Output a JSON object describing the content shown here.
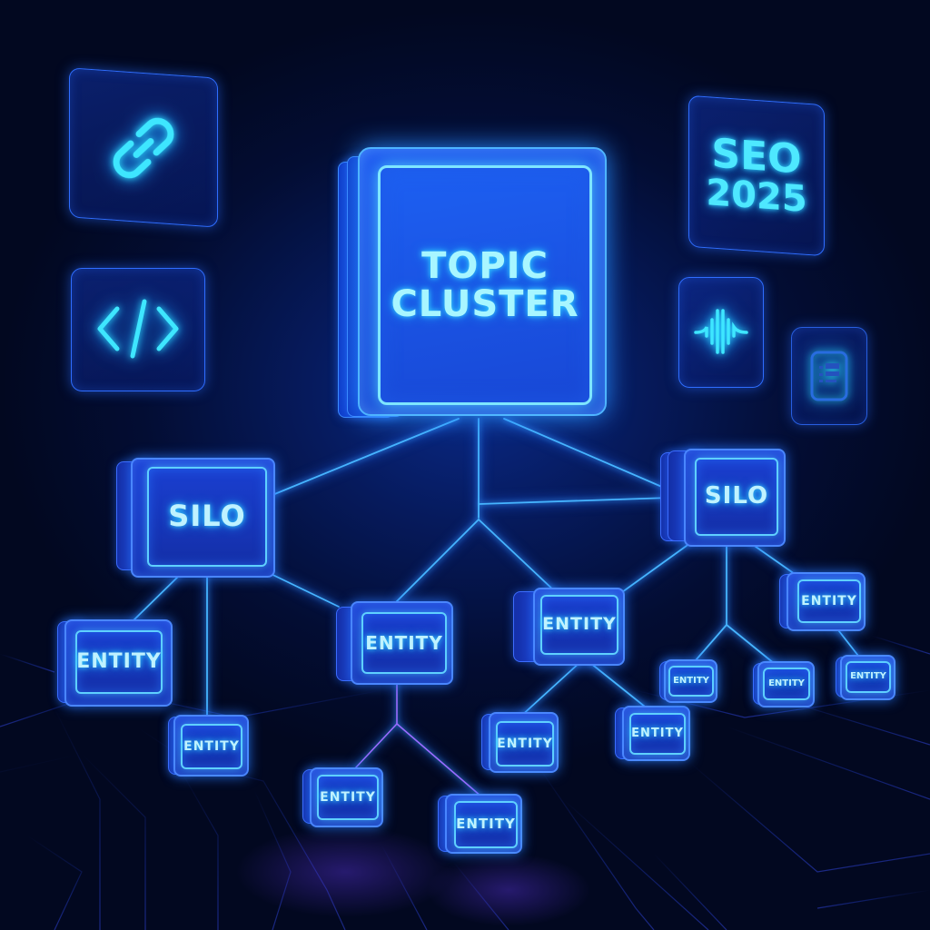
{
  "diagram": {
    "type": "hierarchy",
    "theme": {
      "background": "#030d33",
      "node_fill": "#1a3ccc",
      "node_border": "#4a86ff",
      "label_glow": "#38d8ff",
      "connector": "#3aa0ff",
      "connector_accent": "#a855ff"
    },
    "root": {
      "id": "topic",
      "label_line1": "TOPIC",
      "label_line2": "CLUSTER"
    },
    "silos": [
      {
        "id": "silo-left",
        "label": "SILO"
      },
      {
        "id": "silo-right",
        "label": "SILO"
      }
    ],
    "entities": [
      {
        "id": "e1",
        "label": "ENTITY",
        "parent": "silo-left"
      },
      {
        "id": "e2",
        "label": "ENTITY",
        "parent": "silo-left"
      },
      {
        "id": "e3",
        "label": "ENTITY",
        "parent": "silo-left"
      },
      {
        "id": "e4",
        "label": "ENTITY",
        "parent": "topic"
      },
      {
        "id": "e5",
        "label": "ENTITY",
        "parent": "e3"
      },
      {
        "id": "e6",
        "label": "ENTITY",
        "parent": "e3"
      },
      {
        "id": "e7",
        "label": "ENTITY",
        "parent": "e4"
      },
      {
        "id": "e8",
        "label": "ENTITY",
        "parent": "e4"
      },
      {
        "id": "e9",
        "label": "ENTITY",
        "parent": "silo-right"
      },
      {
        "id": "e10",
        "label": "ENTITY",
        "parent": "silo-right"
      },
      {
        "id": "e11",
        "label": "ENTITY",
        "parent": "silo-right"
      },
      {
        "id": "e12",
        "label": "ENTITY",
        "parent": "e9"
      }
    ],
    "edges": [
      [
        "topic",
        "silo-left"
      ],
      [
        "topic",
        "silo-right"
      ],
      [
        "topic",
        "e4"
      ],
      [
        "topic",
        "e3"
      ],
      [
        "silo-left",
        "e1"
      ],
      [
        "silo-left",
        "e2"
      ],
      [
        "silo-left",
        "e3"
      ],
      [
        "silo-right",
        "e4"
      ],
      [
        "silo-right",
        "e10"
      ],
      [
        "silo-right",
        "e11"
      ],
      [
        "silo-right",
        "e9"
      ],
      [
        "e3",
        "e5"
      ],
      [
        "e3",
        "e6"
      ],
      [
        "e4",
        "e7"
      ],
      [
        "e4",
        "e8"
      ],
      [
        "e9",
        "e12"
      ]
    ]
  },
  "panels": {
    "link": {
      "icon": "link-icon"
    },
    "code": {
      "icon": "code-icon"
    },
    "seo": {
      "line1": "SEO",
      "line2": "2025"
    },
    "audio": {
      "icon": "waveform-icon"
    },
    "doc": {
      "icon": "document-icon"
    }
  }
}
